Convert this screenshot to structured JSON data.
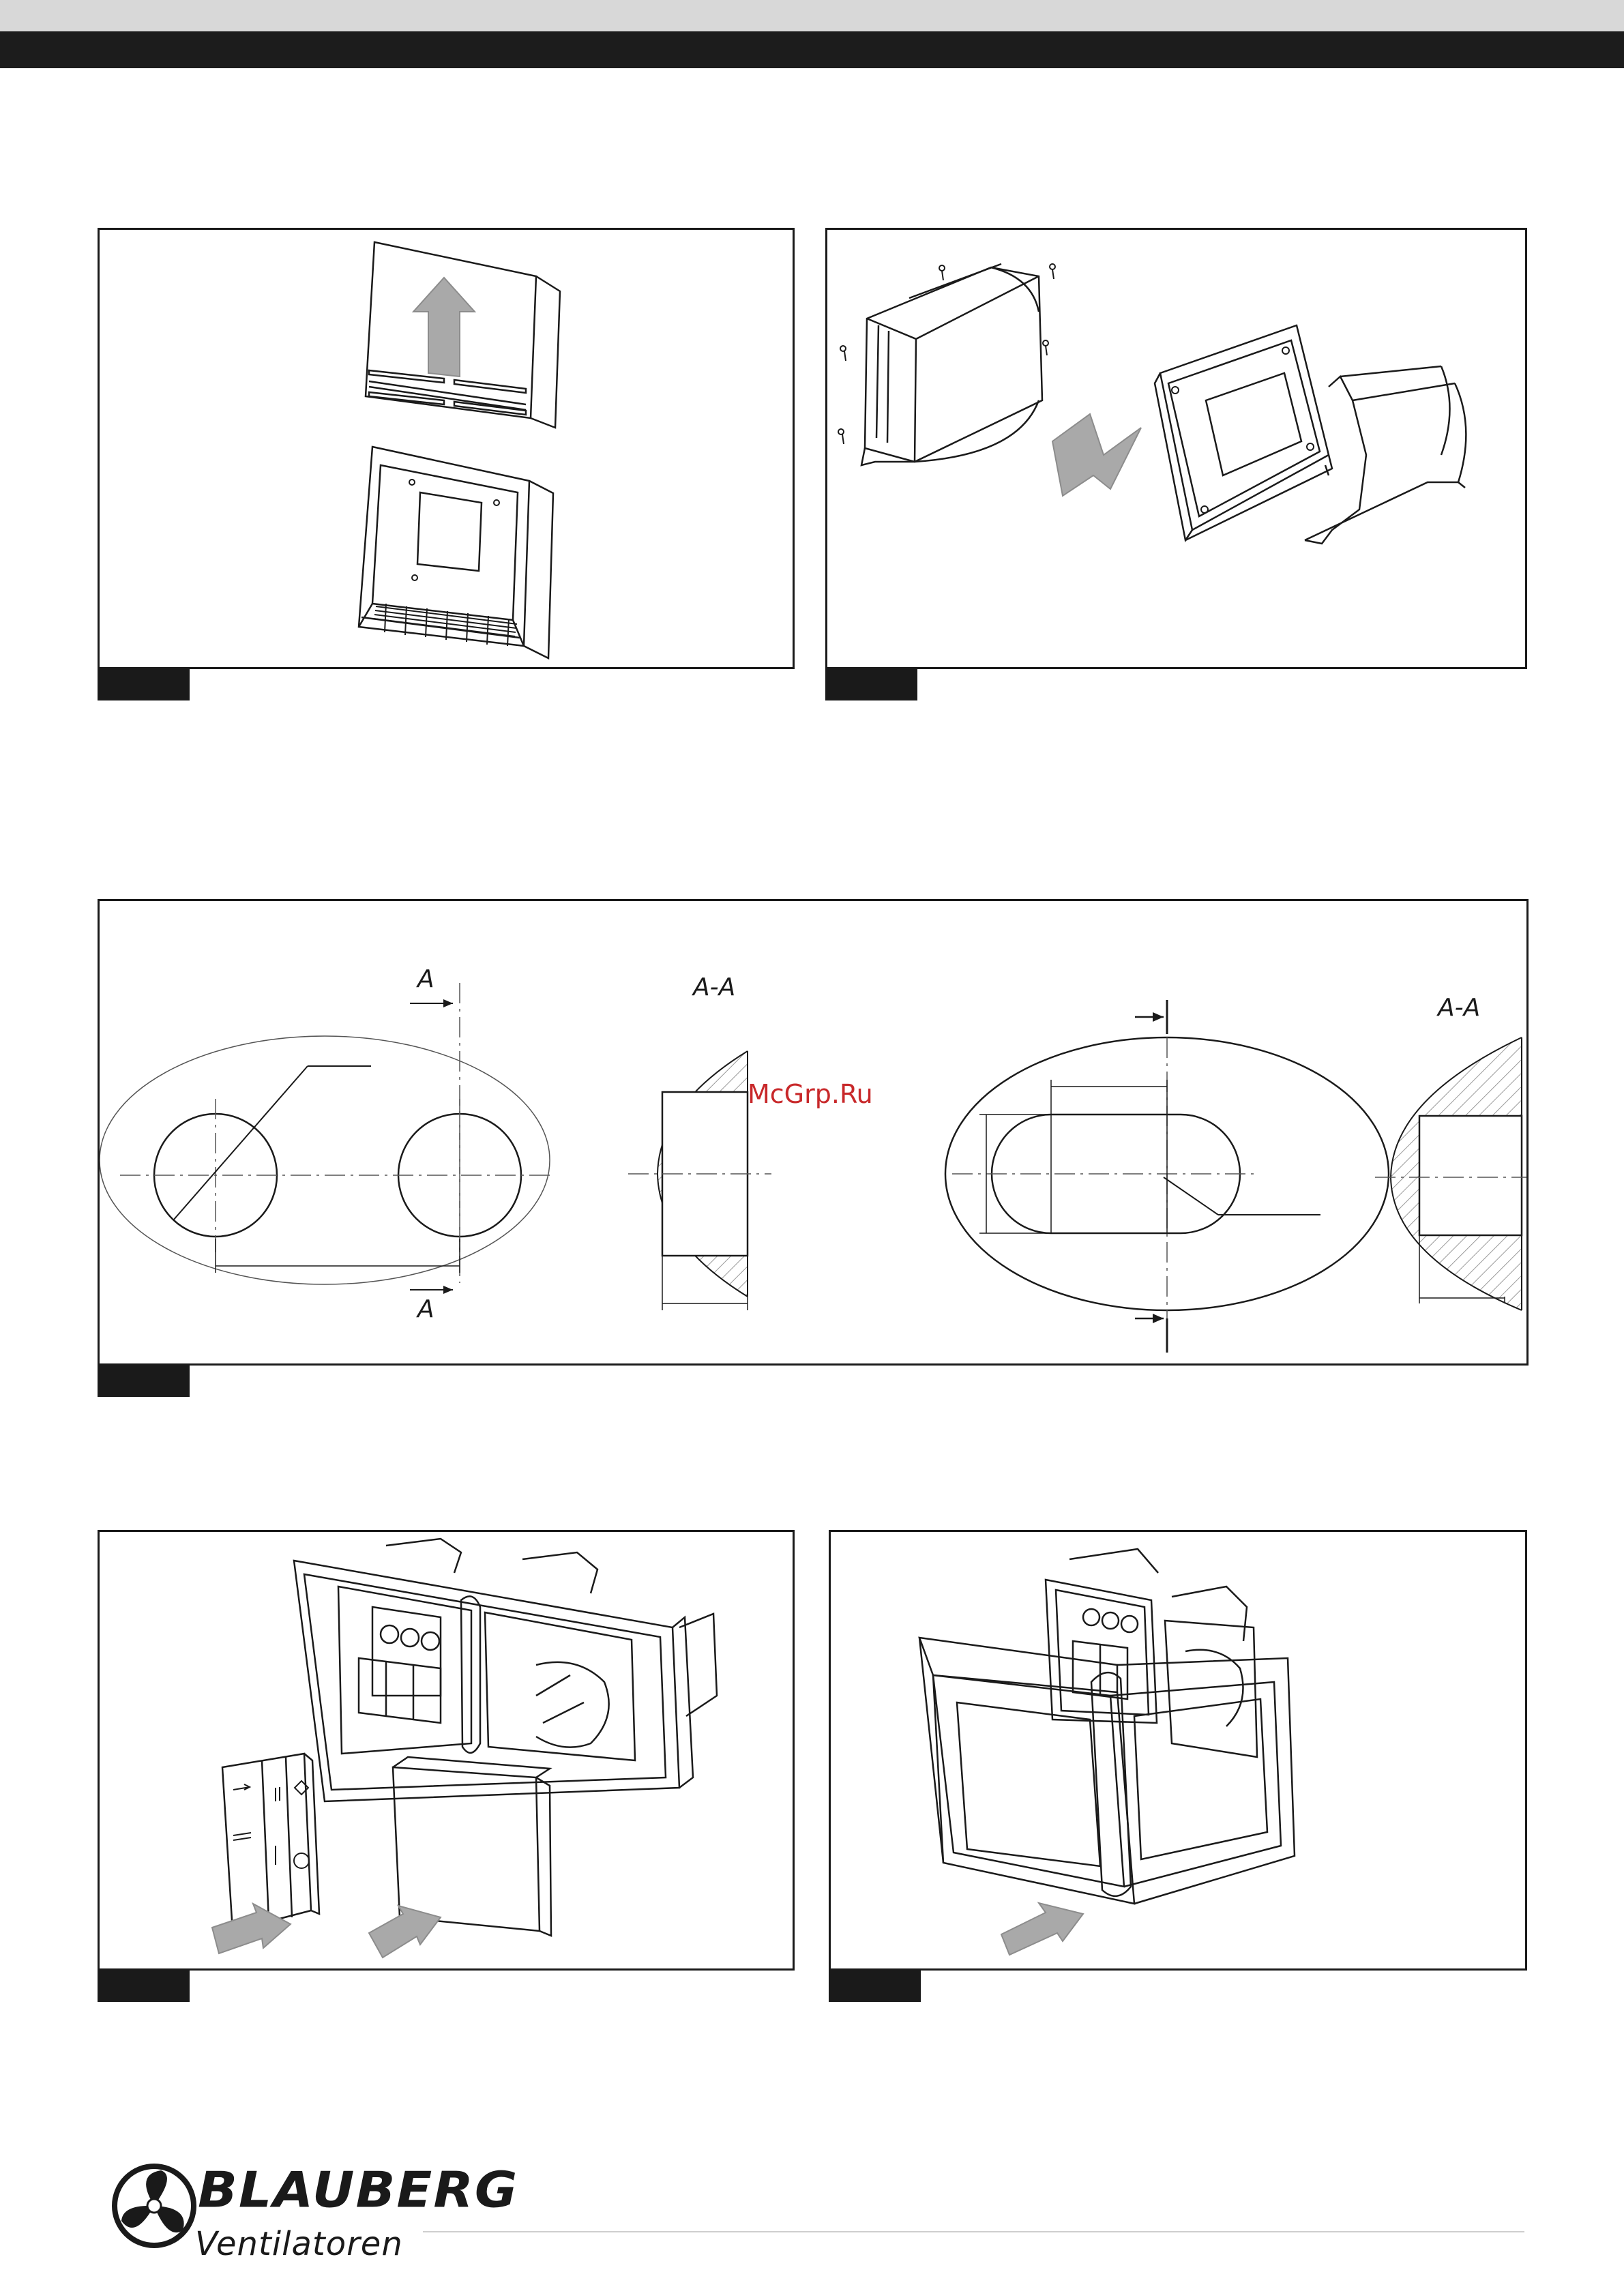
{
  "header": {
    "bar_colors": {
      "light": "#d8d8d8",
      "dark": "#1c1c1c"
    }
  },
  "section_labels": {
    "a_top": "A",
    "aa_left": "A-A",
    "a_bottom": "A",
    "aa_right": "A-A"
  },
  "watermark": {
    "text": "McGrp.Ru"
  },
  "brand": {
    "name": "BLAUBERG",
    "subtitle": "Ventilatoren"
  },
  "figures": [
    {
      "id": "fig-1",
      "icon": "hood-removal-icon"
    },
    {
      "id": "fig-2",
      "icon": "hood-disassembly-icon"
    },
    {
      "id": "fig-3",
      "icon": "wall-opening-drawing-icon"
    },
    {
      "id": "fig-4",
      "icon": "switch-cover-removal-icon"
    },
    {
      "id": "fig-5",
      "icon": "frame-removal-icon"
    }
  ],
  "colors": {
    "arrow": "#a9a9a9",
    "line": "#1a1a1a",
    "hatch": "#9a9a9a"
  }
}
